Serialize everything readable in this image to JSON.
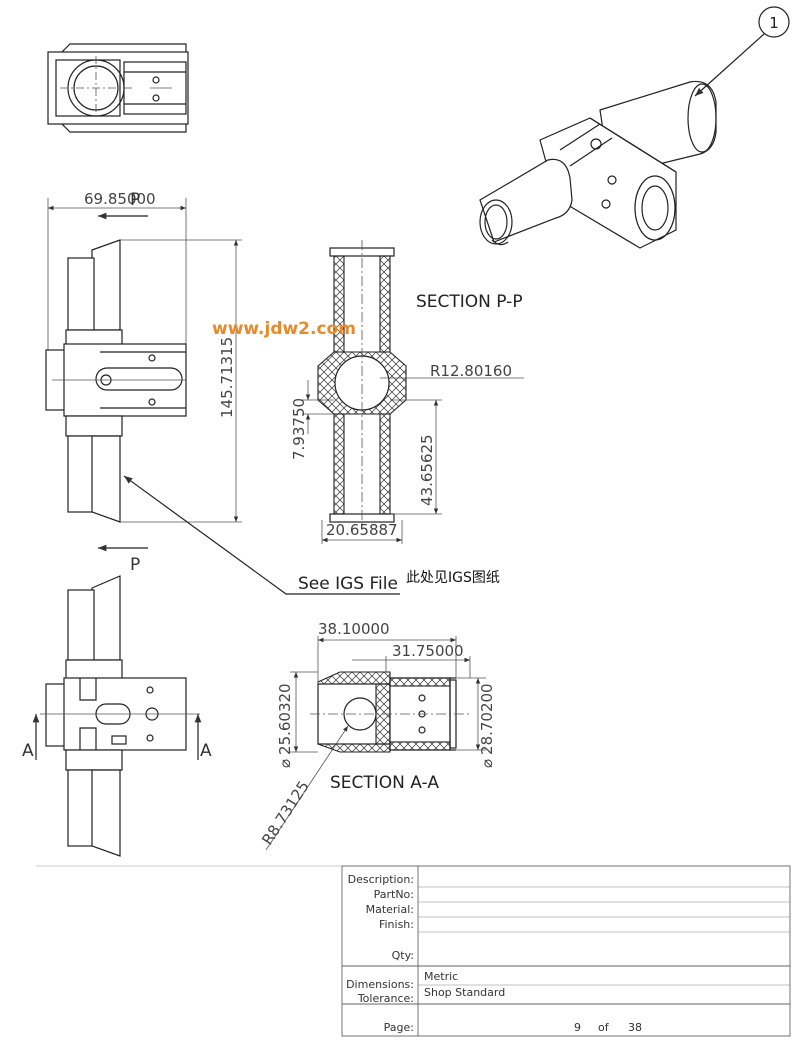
{
  "balloon": {
    "number": "1"
  },
  "dimensions": {
    "width_top": "69.85000",
    "height_main": "145.71315",
    "radius_section": "R12.80160",
    "dim_793750": "7.93750",
    "dim_4365625": "43.65625",
    "dim_2065887": "20.65887",
    "dim_3810000": "38.10000",
    "dim_3175000": "31.75000",
    "dia_2560320": "25.60320",
    "dia_2870200": "28.70200",
    "radius_873125": "R8.73125"
  },
  "labels": {
    "section_pp": "SECTION P-P",
    "section_aa": "SECTION A-A",
    "watermark": "www.jdw2.com",
    "see_igs": "See IGS File",
    "igs_note_cn": "此处见IGS图纸",
    "arrow_p_top": "P",
    "arrow_p_bottom": "P",
    "arrow_a_left": "A",
    "arrow_a_right": "A",
    "diameter_symbol": "⌀"
  },
  "title_block": {
    "description_label": "Description:",
    "partno_label": "PartNo:",
    "material_label": "Material:",
    "finish_label": "Finish:",
    "qty_label": "Qty:",
    "dimensions_label": "Dimensions:",
    "dimensions_value": "Metric",
    "tolerance_label": "Tolerance:",
    "tolerance_value": "Shop Standard",
    "page_label": "Page:",
    "page_current": "9",
    "page_of": "of",
    "page_total": "38"
  },
  "colors": {
    "watermark": "#e8892a",
    "line": "#222222"
  }
}
